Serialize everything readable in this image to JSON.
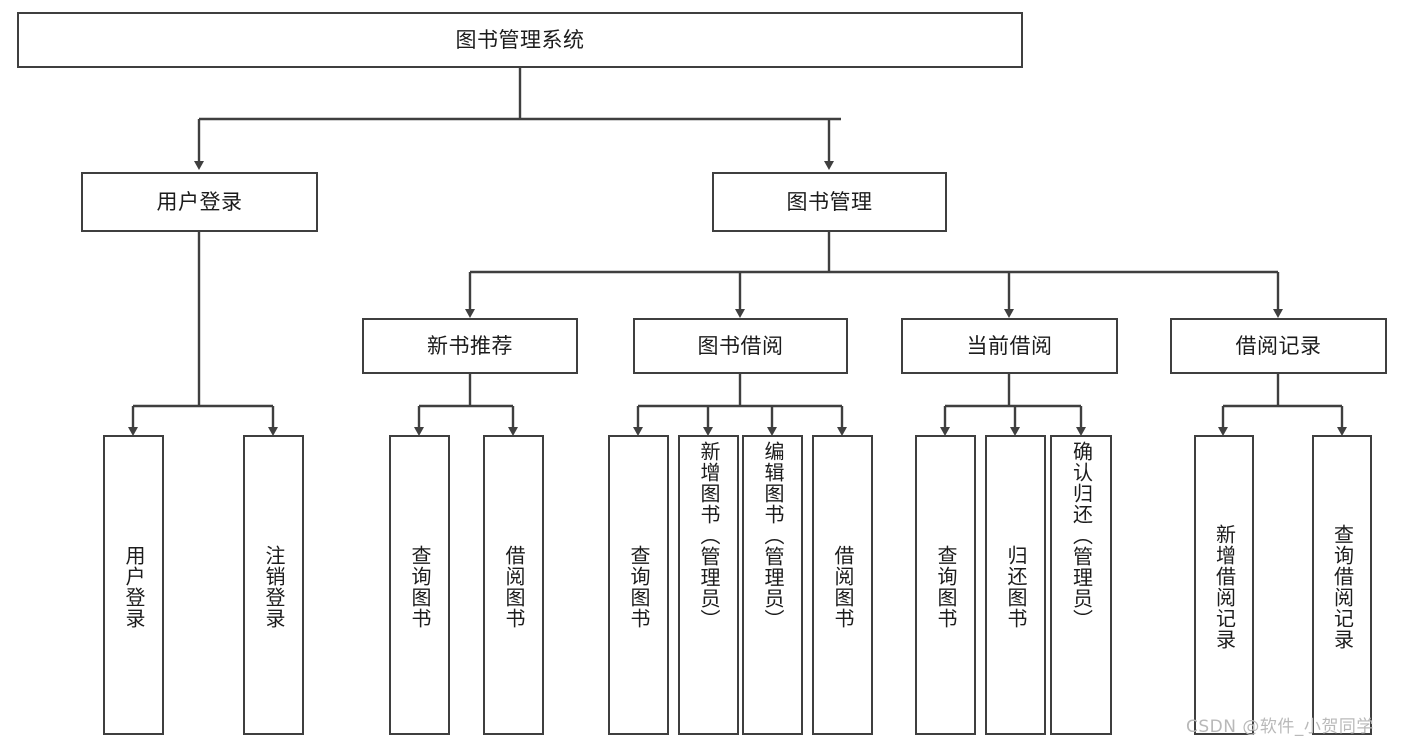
{
  "diagram": {
    "type": "tree-flowchart",
    "title": "图书管理系统",
    "watermark": "CSDN @软件_小贺同学",
    "colors": {
      "background": "#ffffff",
      "stroke": "#3f3f3f",
      "text": "#1c1c1c",
      "watermark": "#b9b9b9"
    },
    "nodes": {
      "root": {
        "label": "图书管理系统"
      },
      "level2": [
        {
          "label": "用户登录"
        },
        {
          "label": "图书管理"
        }
      ],
      "level3": [
        {
          "label": "新书推荐"
        },
        {
          "label": "图书借阅"
        },
        {
          "label": "当前借阅"
        },
        {
          "label": "借阅记录"
        }
      ],
      "leaves": {
        "user_login": [
          {
            "label": "用户登录"
          },
          {
            "label": "注销登录"
          }
        ],
        "new_book_recommend": [
          {
            "label": "查询图书"
          },
          {
            "label": "借阅图书"
          }
        ],
        "book_borrow": [
          {
            "label": "查询图书"
          },
          {
            "label": "新增图书（管理员）"
          },
          {
            "label": "编辑图书（管理员）"
          },
          {
            "label": "借阅图书"
          }
        ],
        "current_borrow": [
          {
            "label": "查询图书"
          },
          {
            "label": "归还图书"
          },
          {
            "label": "确认归还（管理员）"
          }
        ],
        "borrow_record": [
          {
            "label": "新增借阅记录"
          },
          {
            "label": "查询借阅记录"
          }
        ]
      }
    }
  }
}
